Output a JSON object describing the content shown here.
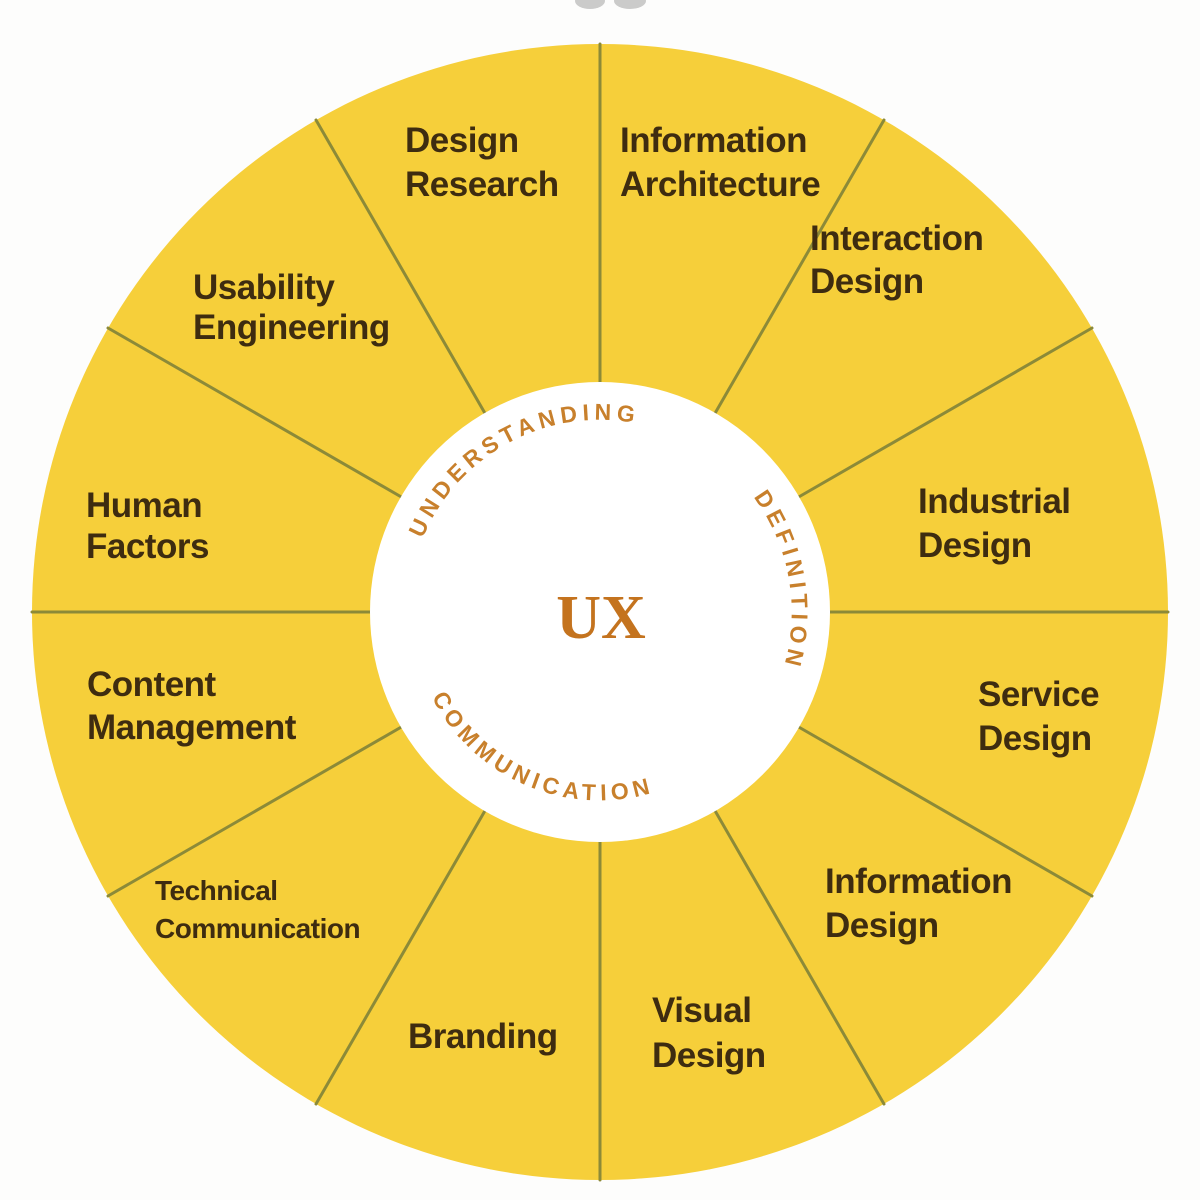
{
  "center": {
    "label": "UX"
  },
  "phases": [
    {
      "name": "understanding",
      "label": "UNDERSTANDING"
    },
    {
      "name": "definition",
      "label": "DEFINITION"
    },
    {
      "name": "communication",
      "label": "COMMUNICATION"
    }
  ],
  "segments": [
    {
      "name": "information-architecture",
      "line1": "Information",
      "line2": "Architecture"
    },
    {
      "name": "interaction-design",
      "line1": "Interaction",
      "line2": "Design"
    },
    {
      "name": "industrial-design",
      "line1": "Industrial",
      "line2": "Design"
    },
    {
      "name": "service-design",
      "line1": "Service",
      "line2": "Design"
    },
    {
      "name": "information-design",
      "line1": "Information",
      "line2": "Design"
    },
    {
      "name": "visual-design",
      "line1": "Visual",
      "line2": "Design"
    },
    {
      "name": "branding",
      "line1": "Branding",
      "line2": ""
    },
    {
      "name": "technical-communication",
      "line1": "Technical",
      "line2": "Communication"
    },
    {
      "name": "content-management",
      "line1": "Content",
      "line2": "Management"
    },
    {
      "name": "human-factors",
      "line1": "Human",
      "line2": "Factors"
    },
    {
      "name": "usability-engineering",
      "line1": "Usability",
      "line2": "Engineering"
    },
    {
      "name": "design-research",
      "line1": "Design",
      "line2": "Research"
    }
  ],
  "colors": {
    "background": "#fdfdfc",
    "wheel_yellow": "#f6cf3a",
    "divider_olive": "#8c8a38",
    "inner_white": "#ffffff",
    "label_brown": "#3e2c10",
    "accent_orange": "#c8802c",
    "ux_orange": "#c4731e"
  }
}
